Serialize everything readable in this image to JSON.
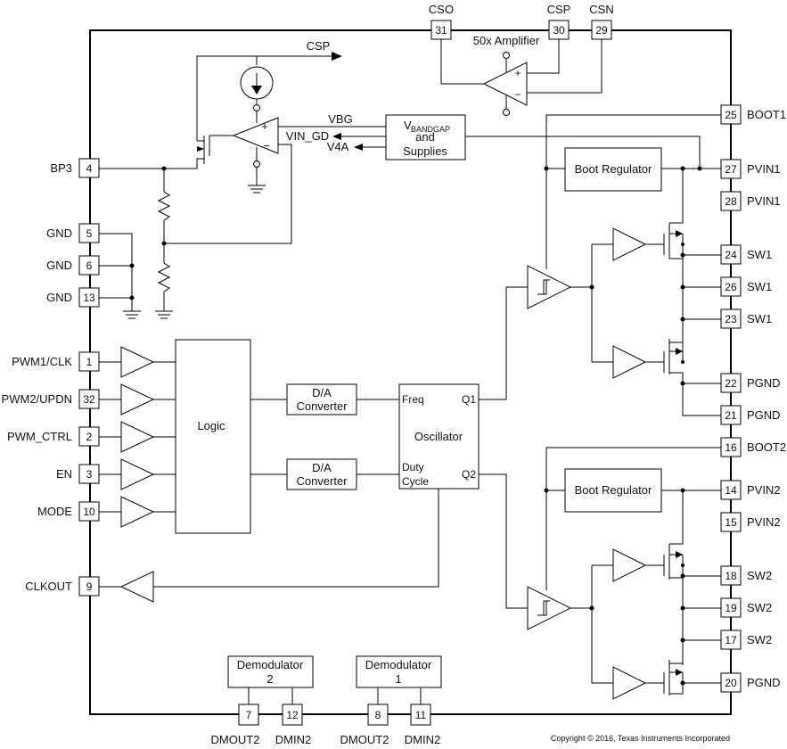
{
  "pins_left": [
    {
      "num": "4",
      "name": "BP3"
    },
    {
      "num": "5",
      "name": "GND"
    },
    {
      "num": "6",
      "name": "GND"
    },
    {
      "num": "13",
      "name": "GND"
    },
    {
      "num": "1",
      "name": "PWM1/CLK"
    },
    {
      "num": "32",
      "name": "PWM2/UPDN"
    },
    {
      "num": "2",
      "name": "PWM_CTRL"
    },
    {
      "num": "3",
      "name": "EN"
    },
    {
      "num": "10",
      "name": "MODE"
    },
    {
      "num": "9",
      "name": "CLKOUT"
    }
  ],
  "pins_right": [
    {
      "num": "25",
      "name": "BOOT1"
    },
    {
      "num": "27",
      "name": "PVIN1"
    },
    {
      "num": "28",
      "name": "PVIN1"
    },
    {
      "num": "24",
      "name": "SW1"
    },
    {
      "num": "26",
      "name": "SW1"
    },
    {
      "num": "23",
      "name": "SW1"
    },
    {
      "num": "22",
      "name": "PGND"
    },
    {
      "num": "21",
      "name": "PGND"
    },
    {
      "num": "16",
      "name": "BOOT2"
    },
    {
      "num": "14",
      "name": "PVIN2"
    },
    {
      "num": "15",
      "name": "PVIN2"
    },
    {
      "num": "18",
      "name": "SW2"
    },
    {
      "num": "19",
      "name": "SW2"
    },
    {
      "num": "17",
      "name": "SW2"
    },
    {
      "num": "20",
      "name": "PGND"
    }
  ],
  "pins_top": [
    {
      "num": "31",
      "name": "CSO"
    },
    {
      "num": "30",
      "name": "CSP"
    },
    {
      "num": "29",
      "name": "CSN"
    }
  ],
  "pins_bottom": [
    {
      "num": "7",
      "name": "DMOUT2"
    },
    {
      "num": "12",
      "name": "DMIN2"
    },
    {
      "num": "8",
      "name": "DMOUT2"
    },
    {
      "num": "11",
      "name": "DMIN2"
    }
  ],
  "blocks": {
    "logic": "Logic",
    "da1_line1": "D/A",
    "da1_line2": "Converter",
    "da2_line1": "D/A",
    "da2_line2": "Converter",
    "oscillator": "Oscillator",
    "osc_freq": "Freq",
    "osc_duty1": "Duty",
    "osc_duty2": "Cycle",
    "osc_q1": "Q1",
    "osc_q2": "Q2",
    "boot_reg1": "Boot Regulator",
    "boot_reg2": "Boot Regulator",
    "vbandgap_v": "V",
    "vbandgap_sub": "BANDGAP",
    "vbandgap_and": "and",
    "vbandgap_supplies": "Supplies",
    "demod2_line1": "Demodulator",
    "demod2_line2": "2",
    "demod1_line1": "Demodulator",
    "demod1_line2": "1"
  },
  "signals": {
    "csp": "CSP",
    "vbg": "VBG",
    "vin_gd": "VIN_GD",
    "v4a": "V4A",
    "amp_label": "50x Amplifier",
    "plus": "+",
    "minus": "−"
  },
  "copyright": "Copyright © 2016, Texas Instruments Incorporated"
}
